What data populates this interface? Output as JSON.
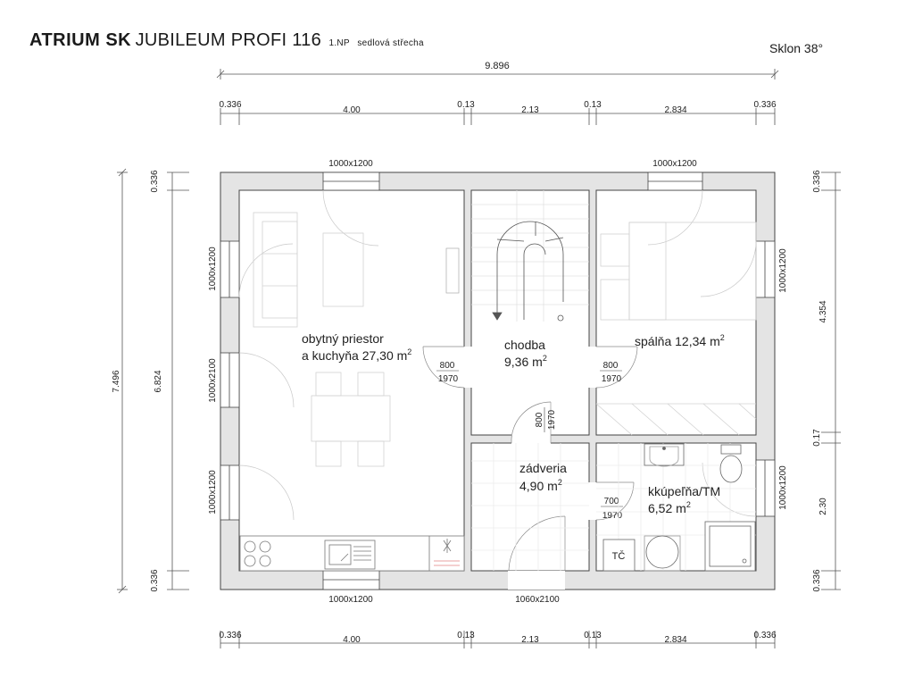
{
  "title": {
    "brand": "ATRIUM SK",
    "model": "JUBILEUM PROFI 116",
    "floor": "1.NP",
    "roof_type": "sedlová střecha"
  },
  "roof_pitch": "Sklon 38°",
  "dimensions": {
    "total_width": "9.896",
    "total_depth": "7.496",
    "inner_depth": "6.824",
    "top_chain": [
      "0.336",
      "4.00",
      "0.13",
      "2.13",
      "0.13",
      "2.834",
      "0.336"
    ],
    "bottom_chain": [
      "0.336",
      "4.00",
      "0.13",
      "2.13",
      "0.13",
      "2.834",
      "0.336"
    ],
    "left_chain": [
      "0.336",
      "0.336"
    ],
    "right_chain": [
      "0.336",
      "4.354",
      "0.17",
      "2.30",
      "0.336"
    ]
  },
  "rooms": [
    {
      "name": "obytný priestor",
      "name2": "a kuchyňa 27,30 m",
      "sup": "2"
    },
    {
      "name": "chodba",
      "name2": "9,36 m",
      "sup": "2"
    },
    {
      "name": "spálňa 12,34 m",
      "sup": "2"
    },
    {
      "name": "zádveria",
      "name2": "4,90 m",
      "sup": "2"
    },
    {
      "name": "kkúpeľňa/TM",
      "name2": "6,52 m",
      "sup": "2"
    }
  ],
  "windows": {
    "top_left": "1000x1200",
    "top_right": "1000x1200",
    "bottom_left": "1000x1200",
    "entrance_door": "1060x2100",
    "left_upper": "1000x1200",
    "left_middle": "1000x2100",
    "left_lower": "1000x1200",
    "right_upper": "1000x1200",
    "right_lower": "1000x1200"
  },
  "doors": {
    "living": {
      "w": "800",
      "h": "1970"
    },
    "bedroom": {
      "w": "800",
      "h": "1970"
    },
    "hall": {
      "w": "800",
      "h": "1970"
    },
    "bath": {
      "w": "700",
      "h": "1970"
    }
  },
  "labels": {
    "heat_pump": "TČ"
  }
}
